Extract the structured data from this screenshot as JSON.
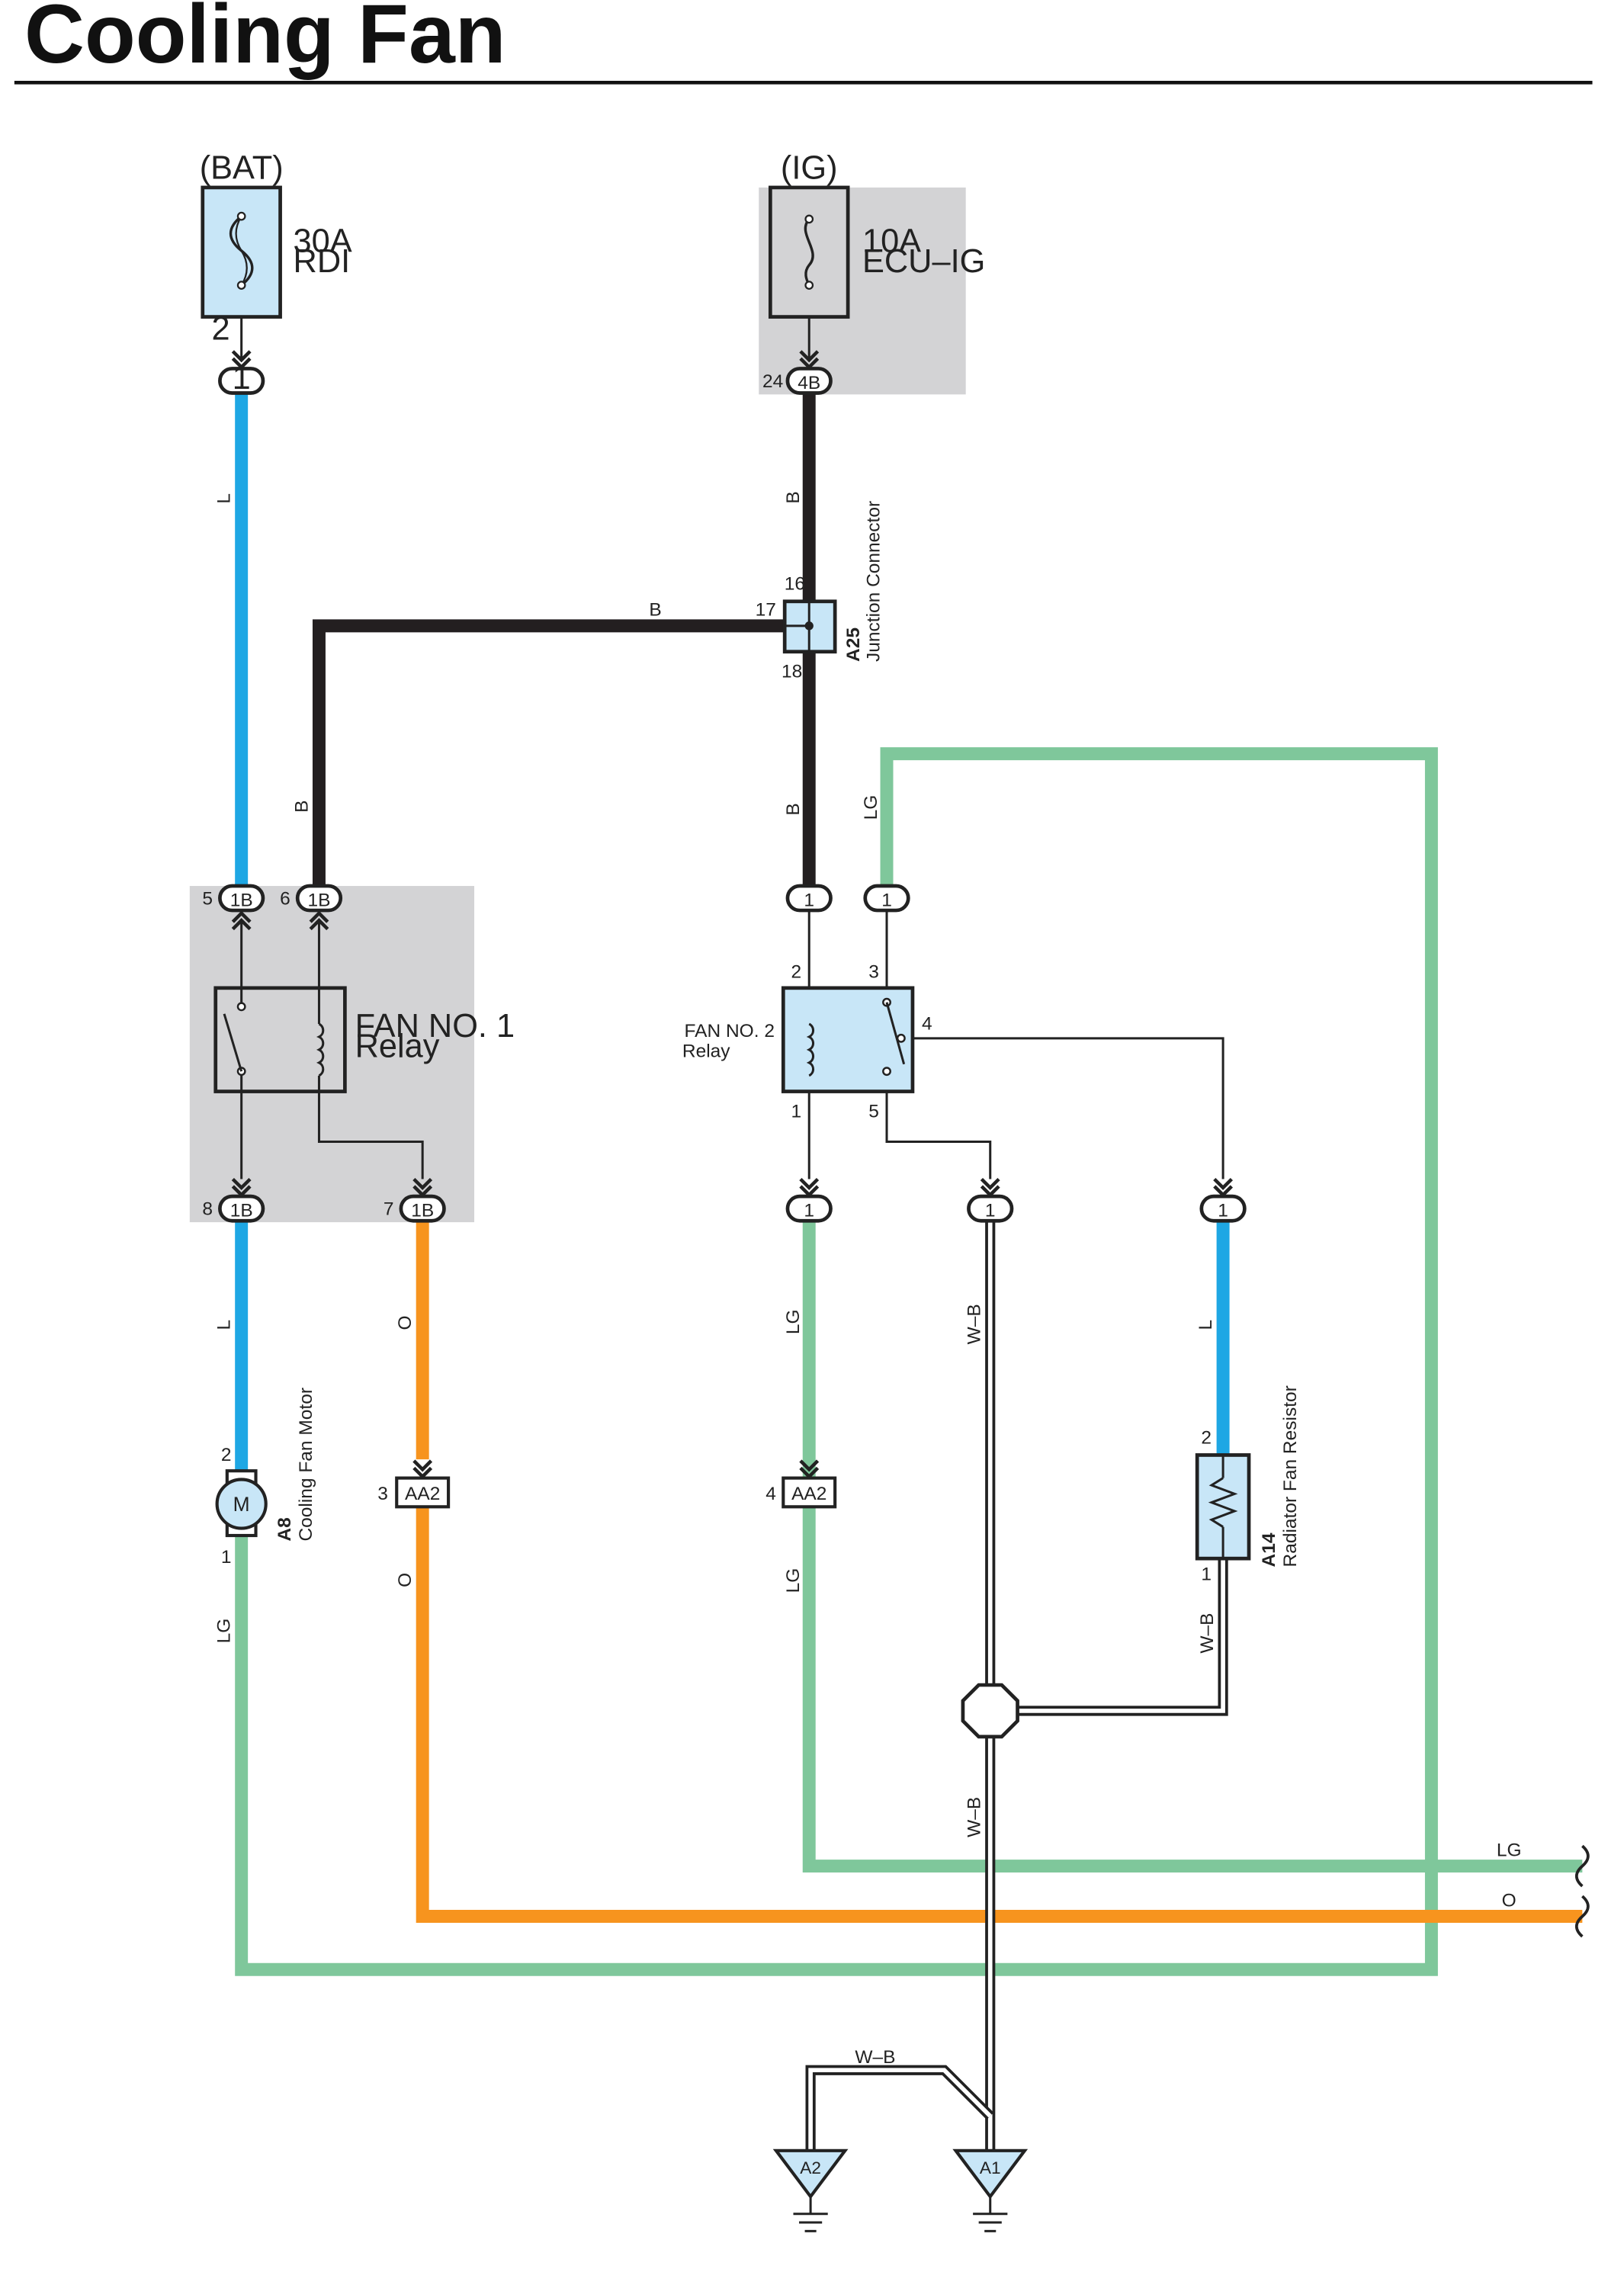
{
  "title": "Cooling Fan",
  "colors": {
    "L": "#1ea7e4",
    "B": "#231f20",
    "LG": "#7fc79b",
    "O": "#f7941e",
    "component_fill": "#c8e6f7",
    "relay_box": "#d3d3d5"
  },
  "power": {
    "bat": {
      "source": "(BAT)",
      "rating": "30A",
      "name": "RDI",
      "pin": "2",
      "connector": "1"
    },
    "ig": {
      "source": "(IG)",
      "rating": "10A",
      "name": "ECU–IG",
      "pin": "24",
      "connector": "4B"
    }
  },
  "junction": {
    "id": "A25",
    "name": "Junction Connector",
    "pins": [
      "16",
      "17",
      "18"
    ]
  },
  "relay1": {
    "name_line1": "FAN NO. 1",
    "name_line2": "Relay",
    "top_pins": [
      "5",
      "6"
    ],
    "bottom_pins": [
      "8",
      "7"
    ],
    "connector": "1B"
  },
  "relay2": {
    "name_line1": "FAN NO. 2",
    "name_line2": "Relay",
    "pins": [
      "2",
      "3",
      "4",
      "1",
      "5"
    ],
    "connector": "1"
  },
  "motor": {
    "id": "A8",
    "name": "Cooling Fan Motor",
    "symbol": "M",
    "pins": [
      "2",
      "1"
    ]
  },
  "resistor": {
    "id": "A14",
    "name": "Radiator Fan Resistor",
    "pins": [
      "2",
      "1"
    ]
  },
  "aa2": {
    "label": "AA2",
    "pin_left": "3",
    "pin_right": "4"
  },
  "grounds": [
    "A2",
    "A1"
  ],
  "wire_labels": {
    "L": "L",
    "B": "B",
    "LG": "LG",
    "O": "O",
    "WB": "W–B"
  }
}
